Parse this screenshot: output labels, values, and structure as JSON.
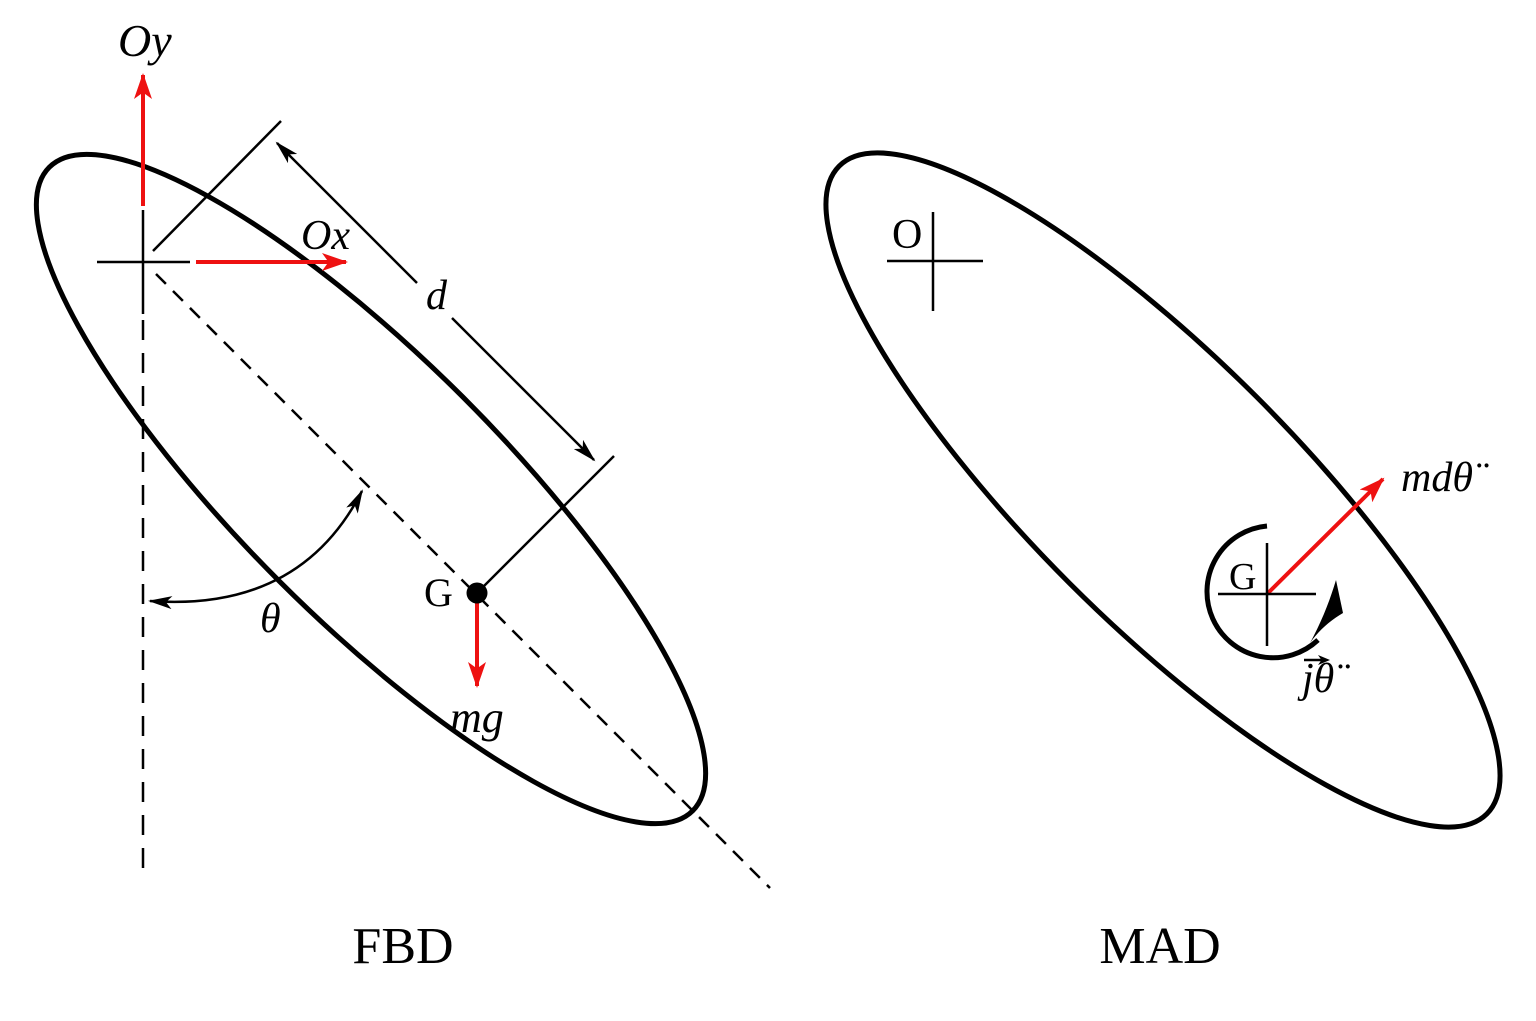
{
  "left": {
    "caption": "FBD",
    "labels": {
      "oy": "Oy",
      "ox": "Ox",
      "dim": "d",
      "g": "G",
      "weight": "mg",
      "angle": "θ"
    }
  },
  "right": {
    "caption": "MAD",
    "labels": {
      "o": "O",
      "g": "G",
      "inertia_force": "mdθ̈",
      "inertia_moment": "jθ̈"
    }
  },
  "colors": {
    "vector_red": "#ee1111",
    "ink_black": "#000000",
    "background": "#ffffff"
  }
}
